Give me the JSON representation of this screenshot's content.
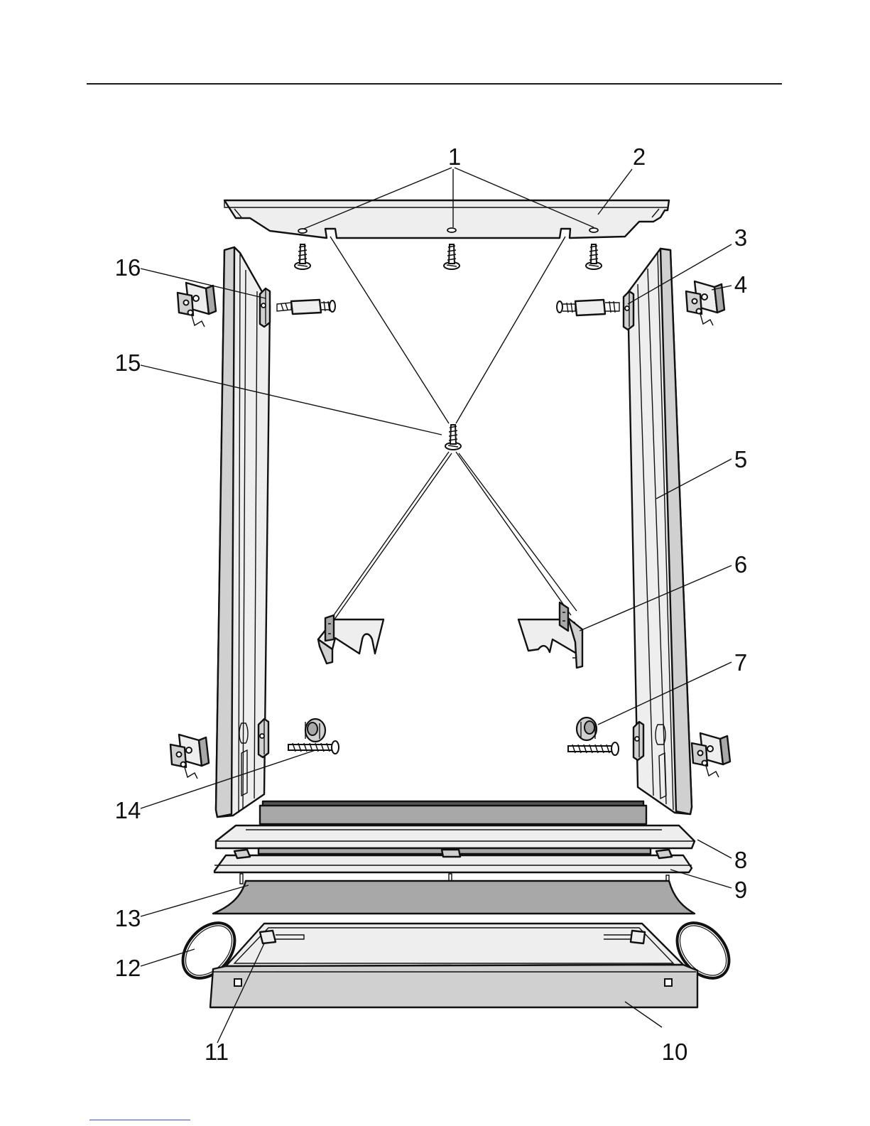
{
  "callouts": [
    {
      "id": "c1",
      "label": "1"
    },
    {
      "id": "c2",
      "label": "2"
    },
    {
      "id": "c3",
      "label": "3"
    },
    {
      "id": "c4",
      "label": "4"
    },
    {
      "id": "c5",
      "label": "5"
    },
    {
      "id": "c6",
      "label": "6"
    },
    {
      "id": "c7",
      "label": "7"
    },
    {
      "id": "c8",
      "label": "8"
    },
    {
      "id": "c9",
      "label": "9"
    },
    {
      "id": "c10",
      "label": "10"
    },
    {
      "id": "c11",
      "label": "11"
    },
    {
      "id": "c12",
      "label": "12"
    },
    {
      "id": "c13",
      "label": "13"
    },
    {
      "id": "c14",
      "label": "14"
    },
    {
      "id": "c15",
      "label": "15"
    },
    {
      "id": "c16",
      "label": "16"
    }
  ],
  "colors": {
    "line": "#111111",
    "light_gray": "#eeeeee",
    "mid_gray": "#d0d0d0",
    "dark_gray": "#a8a8a8",
    "link": "#3355cc"
  }
}
